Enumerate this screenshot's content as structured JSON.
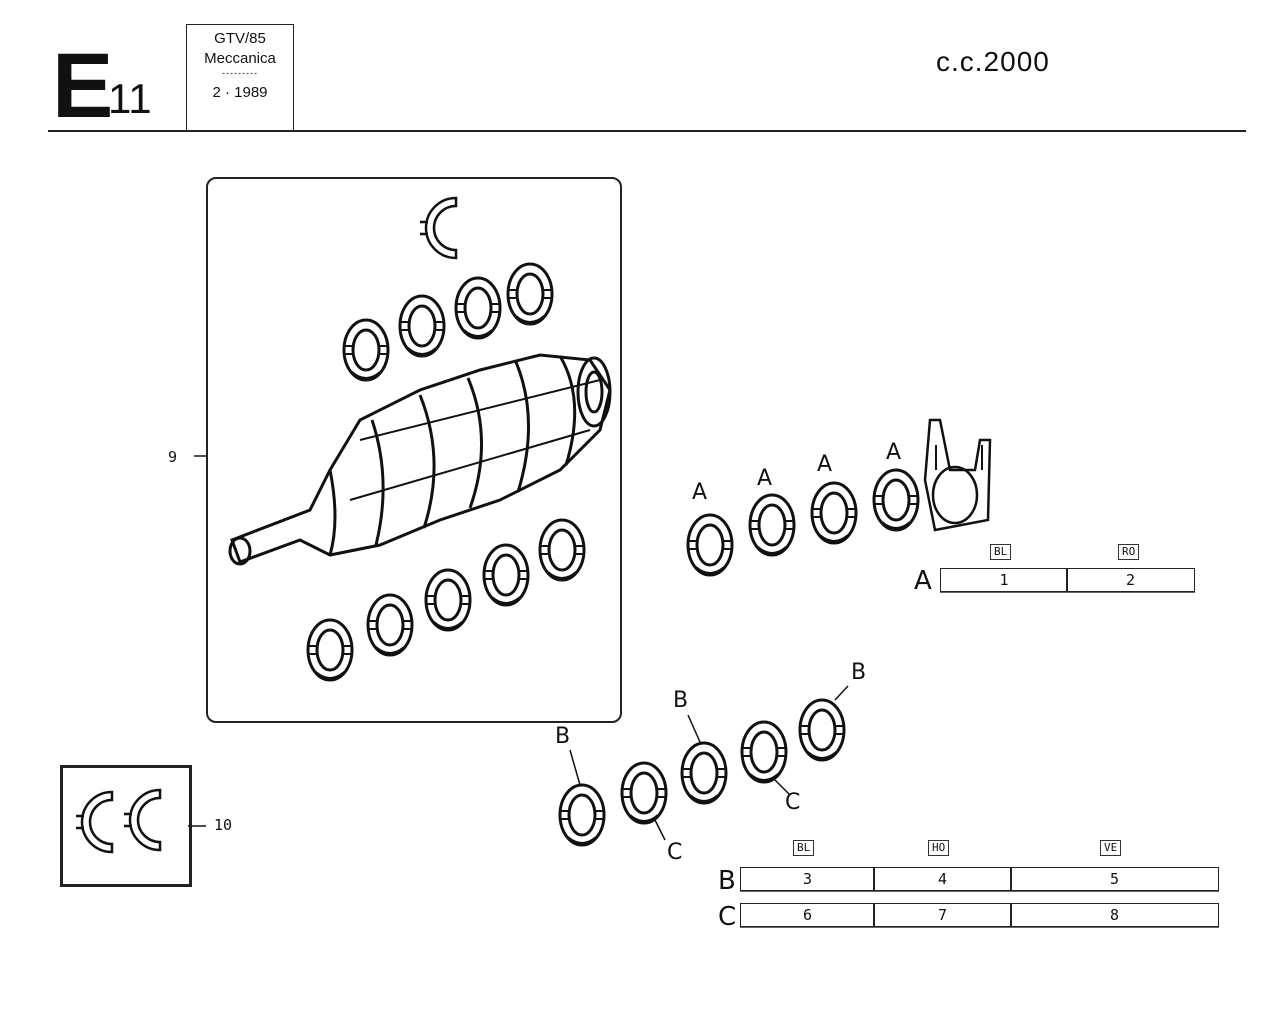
{
  "header": {
    "section_letter": "E",
    "section_number": "11",
    "model": "GTV/85",
    "group": "Meccanica",
    "dashes": "---------",
    "date": "2 · 1989",
    "engine": "c.c.2000"
  },
  "callouts": {
    "crankshaft_kit": "9",
    "thrust_washers": "10"
  },
  "bearing_labels": {
    "rod_bearing": "A",
    "main_bearing": "B",
    "thrust_main_bearing": "C"
  },
  "table_a": {
    "row_label": "A",
    "colors": [
      "BL",
      "RO"
    ],
    "cells": [
      "1",
      "2"
    ]
  },
  "table_bc": {
    "colors": [
      "BL",
      "HO",
      "VE"
    ],
    "rows": [
      {
        "label": "B",
        "cells": [
          "3",
          "4",
          "5"
        ]
      },
      {
        "label": "C",
        "cells": [
          "6",
          "7",
          "8"
        ]
      }
    ]
  }
}
